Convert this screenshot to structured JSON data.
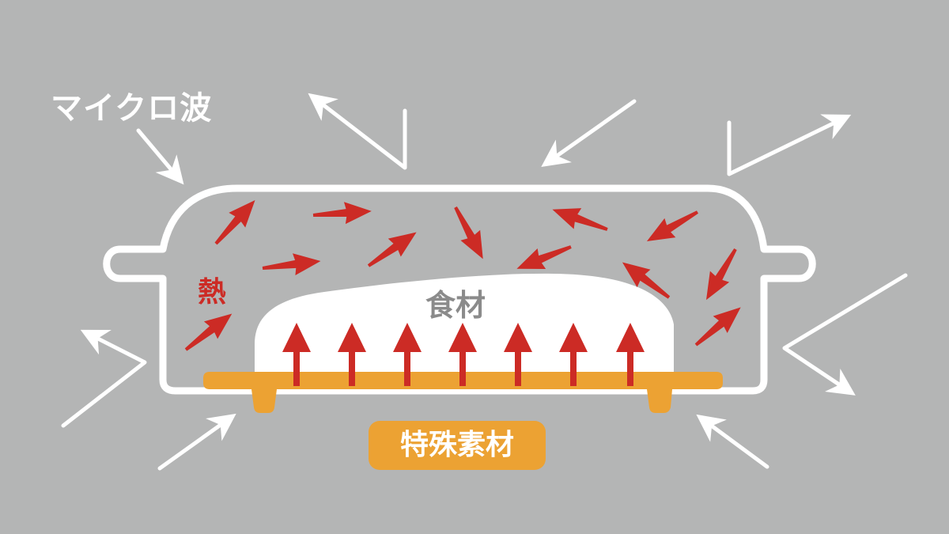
{
  "labels": {
    "microwave": "マイクロ波",
    "heat": "熱",
    "food": "食材",
    "special_material": "特殊素材"
  },
  "colors": {
    "background": "#b4b5b5",
    "outline": "#ffffff",
    "heat": "#cc2b25",
    "food_text": "#8b8b8b",
    "material": "#eca233"
  },
  "icons": {
    "microwave_arrows": "bent-arrow-icon",
    "heat_arrows": "arrow-icon"
  }
}
